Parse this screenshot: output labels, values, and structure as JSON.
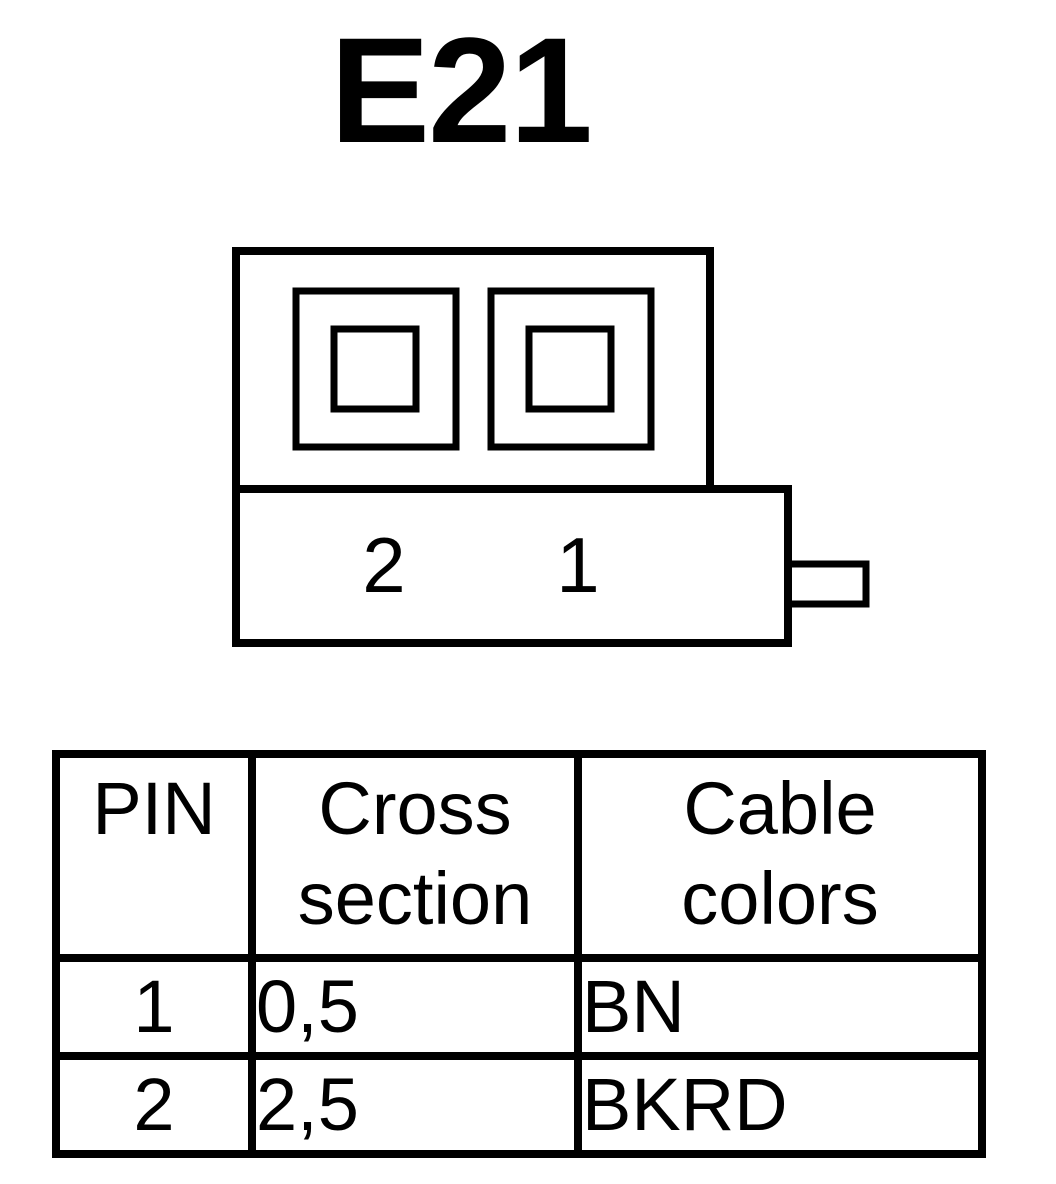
{
  "title": "E21",
  "connector": {
    "pin_labels": [
      "2",
      "1"
    ]
  },
  "table": {
    "headers": {
      "pin": "PIN",
      "cross_section_line1": "Cross",
      "cross_section_line2": "section",
      "cable_colors_line1": "Cable",
      "cable_colors_line2": "colors"
    },
    "rows": [
      {
        "pin": "1",
        "cross_section": "0,5",
        "color": "BN"
      },
      {
        "pin": "2",
        "cross_section": "2,5",
        "color": "BKRD"
      }
    ]
  }
}
